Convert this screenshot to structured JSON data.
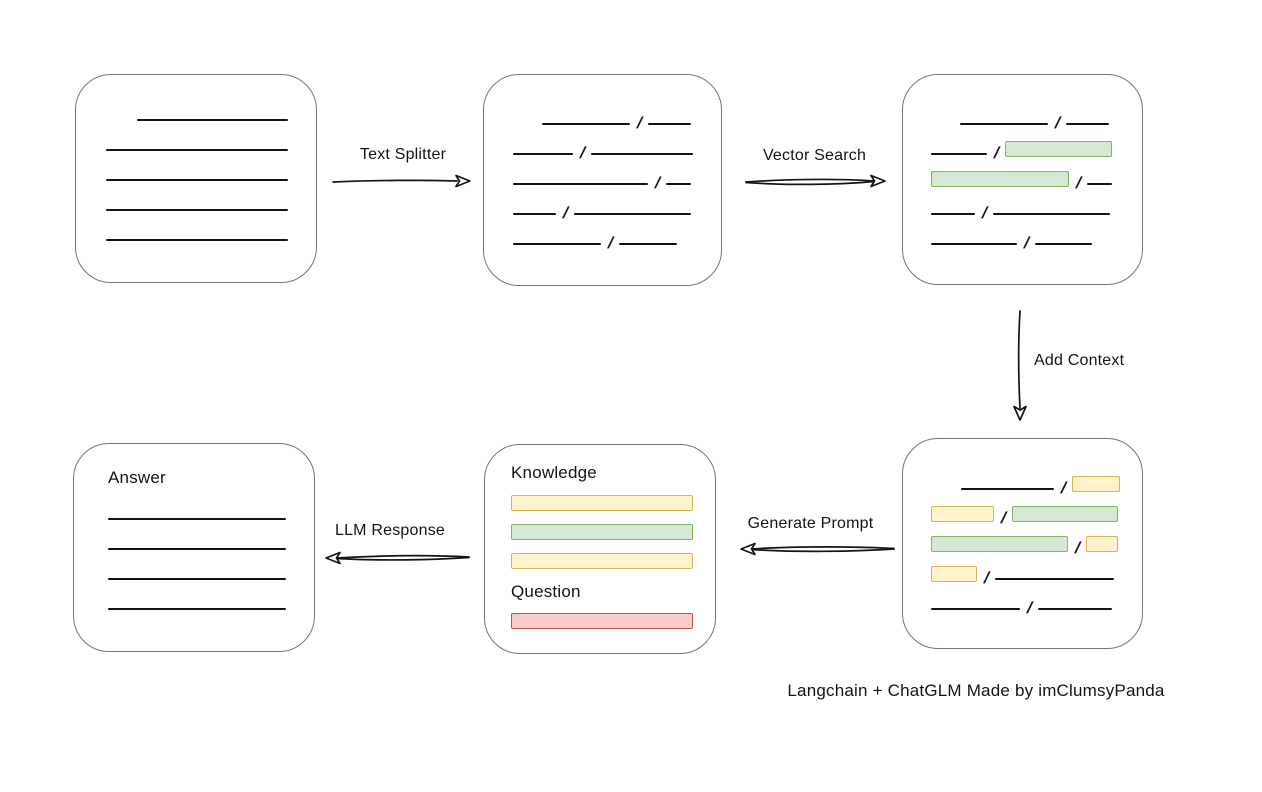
{
  "colors": {
    "green_fill": "#d5e8d4",
    "green_stroke": "#82b366",
    "yellow_fill": "#fff2cc",
    "yellow_stroke": "#d6b656",
    "red_fill": "#f8cecc",
    "red_stroke": "#b85450",
    "node_stroke": "#757575",
    "line_color": "#141414"
  },
  "slash_char": "/",
  "caption": "Langchain + ChatGLM Made by imClumsyPanda",
  "arrows": {
    "text_splitter": {
      "label": "Text Splitter",
      "direction": "right"
    },
    "vector_search": {
      "label": "Vector Search",
      "direction": "right"
    },
    "add_context": {
      "label": "Add Context",
      "direction": "down"
    },
    "generate_prompt": {
      "label": "Generate Prompt",
      "direction": "left"
    },
    "llm_response": {
      "label": "LLM Response",
      "direction": "left"
    }
  },
  "boxes": {
    "document": {
      "lines": [
        {
          "w": 151,
          "indent": 31
        },
        {
          "w": 182
        },
        {
          "w": 182
        },
        {
          "w": 182
        },
        {
          "w": 182
        }
      ]
    },
    "split_chunks": {
      "rows": [
        [
          {
            "t": "line",
            "w": 88,
            "indent": 29
          },
          {
            "t": "slash"
          },
          {
            "t": "line",
            "w": 43
          }
        ],
        [
          {
            "t": "line",
            "w": 60
          },
          {
            "t": "slash"
          },
          {
            "t": "line",
            "w": 102
          }
        ],
        [
          {
            "t": "line",
            "w": 135
          },
          {
            "t": "slash"
          },
          {
            "t": "line",
            "w": 25
          }
        ],
        [
          {
            "t": "line",
            "w": 43
          },
          {
            "t": "slash"
          },
          {
            "t": "line",
            "w": 117
          }
        ],
        [
          {
            "t": "line",
            "w": 88
          },
          {
            "t": "slash"
          },
          {
            "t": "line",
            "w": 58
          }
        ]
      ]
    },
    "vector_matches": {
      "rows": [
        [
          {
            "t": "line",
            "w": 88,
            "indent": 29
          },
          {
            "t": "slash"
          },
          {
            "t": "line",
            "w": 43
          }
        ],
        [
          {
            "t": "line",
            "w": 56
          },
          {
            "t": "slash"
          },
          {
            "t": "green",
            "w": 107
          }
        ],
        [
          {
            "t": "green",
            "w": 138
          },
          {
            "t": "slash"
          },
          {
            "t": "line",
            "w": 25
          }
        ],
        [
          {
            "t": "line",
            "w": 44
          },
          {
            "t": "slash"
          },
          {
            "t": "line",
            "w": 117
          }
        ],
        [
          {
            "t": "line",
            "w": 86
          },
          {
            "t": "slash"
          },
          {
            "t": "line",
            "w": 57
          }
        ]
      ]
    },
    "context_chunks": {
      "rows": [
        [
          {
            "t": "line",
            "w": 93,
            "indent": 30
          },
          {
            "t": "slash"
          },
          {
            "t": "yellow",
            "w": 48
          }
        ],
        [
          {
            "t": "yellow",
            "w": 63
          },
          {
            "t": "slash"
          },
          {
            "t": "green",
            "w": 106
          }
        ],
        [
          {
            "t": "green",
            "w": 137
          },
          {
            "t": "slash"
          },
          {
            "t": "yellow",
            "w": 32
          }
        ],
        [
          {
            "t": "yellow",
            "w": 46
          },
          {
            "t": "slash"
          },
          {
            "t": "line",
            "w": 119
          }
        ],
        [
          {
            "t": "line",
            "w": 89
          },
          {
            "t": "slash"
          },
          {
            "t": "line",
            "w": 74
          }
        ]
      ]
    },
    "prompt": {
      "knowledge_label": "Knowledge",
      "question_label": "Question",
      "knowledge_bars": [
        "yellow",
        "green",
        "yellow"
      ],
      "question_bars": [
        "red"
      ]
    },
    "answer": {
      "label": "Answer",
      "lines": [
        {
          "w": 178
        },
        {
          "w": 178
        },
        {
          "w": 178
        },
        {
          "w": 178
        }
      ]
    }
  }
}
